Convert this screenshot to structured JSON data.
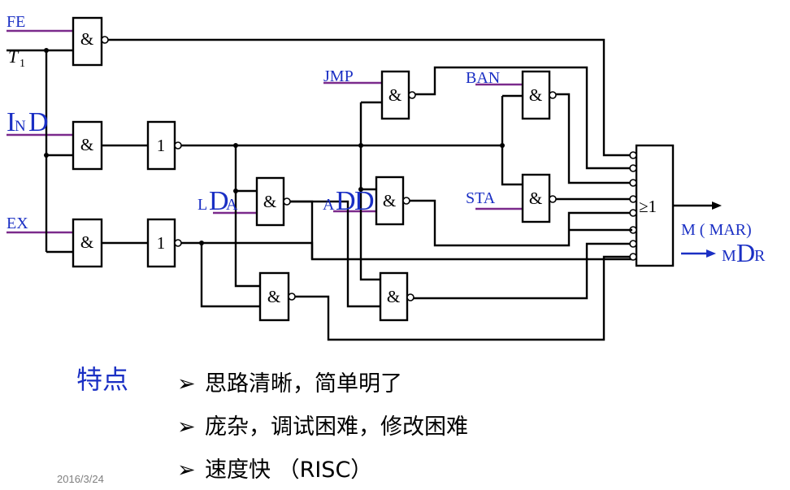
{
  "diagram": {
    "gate_symbols": {
      "and": "&",
      "not": "1",
      "or": "≥1"
    },
    "inputs": {
      "fe": "FE",
      "t1_letter": "T",
      "t1_sub": "1",
      "ind_i": "I",
      "ind_n": "N",
      "ind_d": "D",
      "ex": "EX",
      "jmp": "JMP",
      "ban": "BAN",
      "lda_l": "L",
      "lda_d": "D",
      "lda_a": "A",
      "add_a": "A",
      "add_d1": "D",
      "add_d2": "D",
      "sta": "STA"
    },
    "outputs": {
      "mar": "M ( MAR)",
      "mdr_m": "M",
      "mdr_d": "D",
      "mdr_r": "R"
    }
  },
  "slide": {
    "section_title": "特点",
    "bullet_marker": "➢",
    "bullets": [
      "思路清晰，简单明了",
      "庞杂，调试困难，修改困难",
      "速度快  （RISC）"
    ],
    "date": "2016/3/24"
  }
}
